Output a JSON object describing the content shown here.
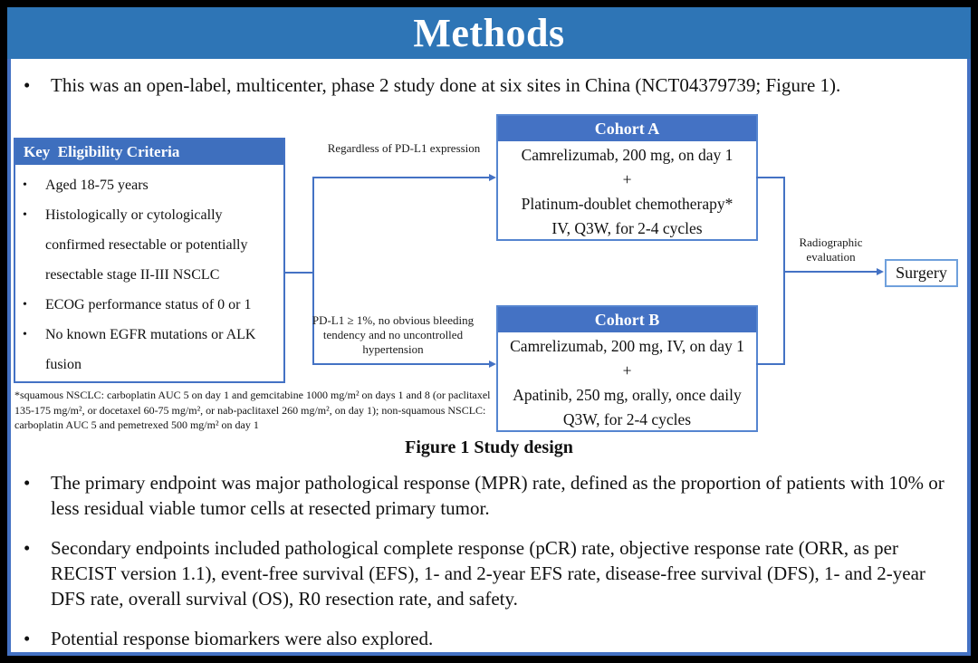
{
  "slide": {
    "title": "Methods",
    "intro_bullet": "This was an open-label, multicenter, phase 2 study done at six sites in China (NCT04379739; Figure 1).",
    "figure": {
      "caption": "Figure 1 Study design",
      "eligibility": {
        "header": "Key  Eligibility Criteria",
        "items": [
          "Aged 18-75 years",
          "Histologically or cytologically confirmed resectable or potentially resectable stage II-III NSCLC",
          "ECOG performance status of 0 or 1",
          "No known EGFR mutations or ALK fusion"
        ]
      },
      "branch_top_label": "Regardless of PD-L1 expression",
      "branch_bottom_label": "PD-L1 ≥ 1%, no obvious bleeding tendency and no uncontrolled hypertension",
      "cohort_a": {
        "header": "Cohort A",
        "lines": [
          "Camrelizumab, 200 mg, on day 1",
          "+",
          "Platinum-doublet chemotherapy*",
          "IV, Q3W, for 2-4 cycles"
        ]
      },
      "cohort_b": {
        "header": "Cohort B",
        "lines": [
          "Camrelizumab, 200 mg, IV, on day 1",
          "+",
          "Apatinib, 250 mg, orally, once daily",
          "Q3W, for 2-4 cycles"
        ]
      },
      "evaluation_label": "Radiographic evaluation",
      "surgery_label": "Surgery",
      "footnote": "*squamous NSCLC: carboplatin AUC 5 on day 1 and gemcitabine 1000 mg/m² on days 1 and 8 (or paclitaxel 135-175 mg/m², or docetaxel 60-75 mg/m², or nab-paclitaxel 260 mg/m², on day 1); non-squamous NSCLC: carboplatin AUC 5 and pemetrexed 500 mg/m² on day 1"
    },
    "endpoint_bullets": [
      "The primary endpoint was major pathological response (MPR) rate, defined as the proportion of patients with 10% or less residual viable tumor cells at resected primary tumor.",
      "Secondary endpoints included pathological complete response (pCR) rate, objective response rate (ORR, as per RECIST version 1.1), event-free survival (EFS), 1- and 2-year EFS rate, disease-free survival (DFS), 1- and 2-year DFS rate, overall survival (OS), R0 resection rate, and safety.",
      "Potential response biomarkers were also explored."
    ],
    "colors": {
      "title_bar": "#2E75B6",
      "eligibility_header": "#3E6FBE",
      "cohort_header": "#4472C4",
      "box_border": "#5585D0",
      "connector": "#4472C4",
      "frame": "#4472C4",
      "background": "#000000"
    }
  }
}
